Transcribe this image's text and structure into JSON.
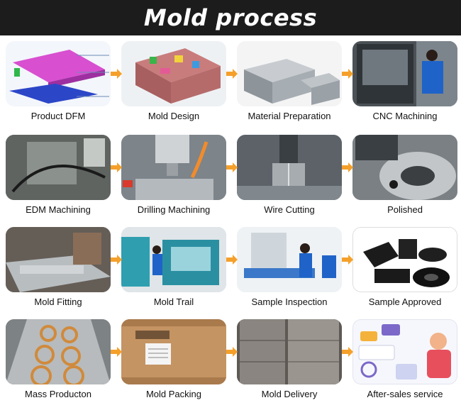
{
  "title": "Mold process",
  "colors": {
    "header_bg": "#1c1c1c",
    "arrow": "#f5a02a",
    "text": "#111111"
  },
  "steps": [
    {
      "label": "Product DFM",
      "image": "cad-part-render"
    },
    {
      "label": "Mold Design",
      "image": "mold-3d-model"
    },
    {
      "label": "Material Preparation",
      "image": "steel-blocks"
    },
    {
      "label": "CNC Machining",
      "image": "cnc-operator"
    },
    {
      "label": "EDM Machining",
      "image": "edm-machine"
    },
    {
      "label": "Drilling Machining",
      "image": "drilling-machine"
    },
    {
      "label": "Wire Cutting",
      "image": "wire-cutter"
    },
    {
      "label": "Polished",
      "image": "polishing-mold"
    },
    {
      "label": "Mold Fitting",
      "image": "mold-fitting-bench"
    },
    {
      "label": "Mold Trail",
      "image": "injection-machine"
    },
    {
      "label": "Sample Inspection",
      "image": "inspection-lab"
    },
    {
      "label": "Sample Approved",
      "image": "black-plastic-parts"
    },
    {
      "label": "Mass Producton",
      "image": "production-conveyor"
    },
    {
      "label": "Mold Packing",
      "image": "wooden-crate"
    },
    {
      "label": "Mold Delivery",
      "image": "stacked-boxes"
    },
    {
      "label": "After-sales service",
      "image": "support-illustration"
    }
  ]
}
